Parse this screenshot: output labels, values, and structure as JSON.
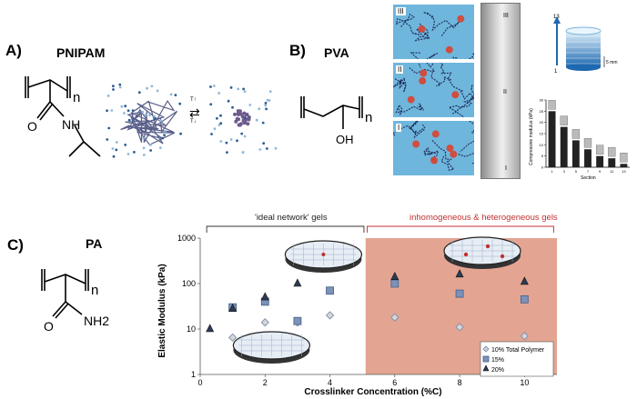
{
  "panelA": {
    "label": "A)",
    "polymer": "PNIPAM",
    "structure": {
      "subscript": "n",
      "atoms": [
        "O",
        "NH"
      ]
    },
    "equilibrium_labels": [
      "T↑",
      "T↓"
    ]
  },
  "panelB": {
    "label": "B)",
    "polymer": "PVA",
    "structure": {
      "subscript": "n",
      "atoms": [
        "OH"
      ]
    },
    "gel_regions": [
      "III",
      "II",
      "I"
    ],
    "strip_labels": [
      "III",
      "II",
      "I"
    ],
    "cylinder": {
      "top": "13",
      "bottom": "1",
      "scale": "5 mm"
    },
    "inset_chart": {
      "ylabel": "Compressive modulus (kPa)",
      "xlabel": "Section",
      "categories": [
        "1",
        "3",
        "5",
        "7",
        "9",
        "11",
        "13"
      ],
      "values": [
        25,
        18,
        12,
        8,
        5,
        4,
        1.5
      ],
      "ylim": [
        0,
        30
      ],
      "ticks": [
        "30",
        "25",
        "20",
        "15",
        "10",
        "5",
        "0"
      ]
    }
  },
  "panelC": {
    "label": "C)",
    "polymer": "PA",
    "structure": {
      "subscript": "n",
      "atoms": [
        "O",
        "NH2"
      ]
    },
    "bracket_left": "'ideal network' gels",
    "bracket_right": "inhomogeneous & heterogeneous gels"
  },
  "chart_data": {
    "type": "scatter",
    "xlabel": "Crosslinker Concentration (%C)",
    "ylabel": "Elastic Modulus (kPa)",
    "xlim": [
      0,
      11
    ],
    "ylim": [
      1,
      1000
    ],
    "yscale": "log",
    "x_ticks": [
      "0",
      "2",
      "4",
      "6",
      "8",
      "10"
    ],
    "y_ticks": [
      "1",
      "10",
      "100",
      "1000"
    ],
    "shaded_region_x": [
      5.1,
      11
    ],
    "legend_position": "bottom-right",
    "series": [
      {
        "name": "10% Total Polymer",
        "marker": "diamond",
        "x": [
          1,
          2,
          3,
          4,
          6,
          8,
          10
        ],
        "y": [
          6.5,
          14,
          14,
          20,
          18,
          11,
          7
        ]
      },
      {
        "name": "15%",
        "marker": "square",
        "x": [
          1,
          2,
          3,
          4,
          6,
          8,
          10
        ],
        "y": [
          30,
          40,
          15,
          70,
          100,
          60,
          45
        ]
      },
      {
        "name": "20%",
        "marker": "triangle",
        "x": [
          0.3,
          1,
          2,
          3,
          6,
          8,
          10
        ],
        "y": [
          10,
          28,
          50,
          100,
          140,
          160,
          110
        ]
      }
    ]
  },
  "colors": {
    "shade": "#e3a592",
    "accent": "#c03030",
    "gel_bg": "#6fb6dd",
    "bead": "#1c2b59",
    "node": "#d9432f"
  }
}
